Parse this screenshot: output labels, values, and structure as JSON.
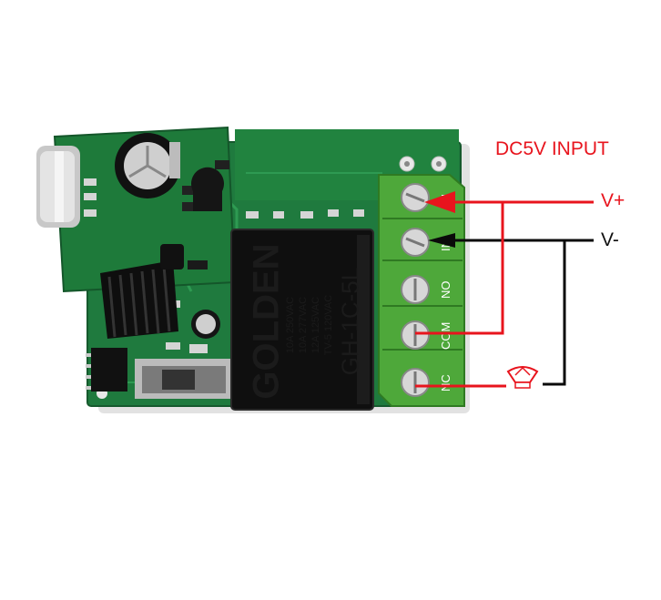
{
  "title": "DC5V INPUT",
  "terminals": {
    "vplus": "V+",
    "vminus": "V-"
  },
  "relay": {
    "brand": "GOLDEN",
    "model": "GH-1C-5L",
    "rating_1": "10A   250VAC",
    "rating_2": "10A   277VAC",
    "rating_3": "12A   125VAC",
    "rating_4": "TV-5  120VAC"
  },
  "terminal_block_labels": [
    "IN",
    "IN",
    "NO",
    "COM",
    "NC"
  ],
  "colors": {
    "positive_wire": "#e8141d",
    "negative_wire": "#0a0a0a",
    "title_red": "#e8141d",
    "pcb_green": "#1f7a3e",
    "terminal_green": "#4ea83a",
    "relay_body": "#111111"
  }
}
